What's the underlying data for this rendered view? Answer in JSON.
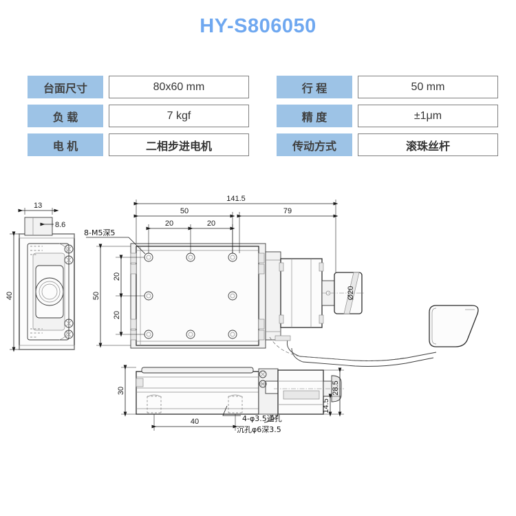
{
  "title": "HY-S806050",
  "accent_color": "#6fa8f0",
  "header_color": "#9dc3e6",
  "spec": {
    "left": [
      {
        "key": "台面尺寸",
        "value": "80x60 mm"
      },
      {
        "key": "负  载",
        "value": "7  kgf"
      },
      {
        "key": "电  机",
        "value": "二相步进电机"
      }
    ],
    "right": [
      {
        "key": "行  程",
        "value": "50  mm"
      },
      {
        "key": "精  度",
        "value": "±1μm"
      },
      {
        "key": "传动方式",
        "value": "滚珠丝杆"
      }
    ]
  },
  "drawing": {
    "side_view": {
      "dim_13": "13",
      "dim_86": "8.6",
      "dim_40": "40"
    },
    "top_view": {
      "dim_total": "141.5",
      "dim_50": "50",
      "dim_79": "79",
      "dim_20a": "20",
      "dim_20b": "20",
      "dim_height_50": "50",
      "dim_20c": "20",
      "dim_20d": "20",
      "note_holes": "8-M5深5",
      "dim_shaft": "Ø20"
    },
    "front_view": {
      "dim_30": "30",
      "dim_40": "40",
      "dim_285": "28.5",
      "dim_145": "14.5",
      "note_through": "4-φ3.5通孔",
      "note_counterbore": "沉孔φ6深3.5"
    }
  }
}
